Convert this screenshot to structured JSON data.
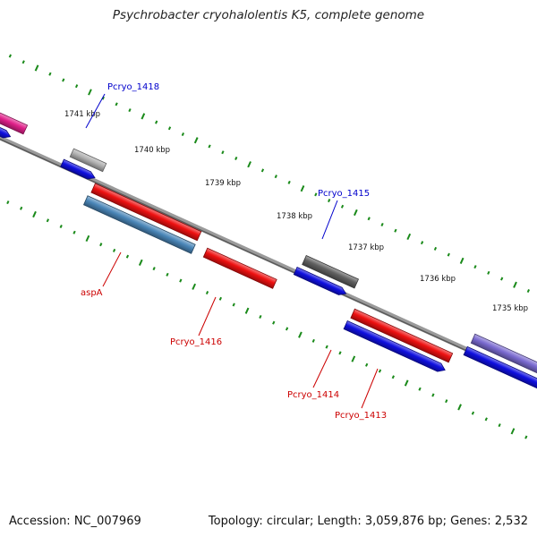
{
  "title": "Psychrobacter cryohalolentis K5, complete genome",
  "footer": {
    "accession": "Accession: NC_007969",
    "topology": "Topology: circular; Length: 3,059,876 bp; Genes: 2,532"
  },
  "colors": {
    "backbone": "#808080",
    "tick": "#1a8a1a",
    "gene_label": "#cc0000",
    "locus_label": "#0000cc"
  },
  "kbp_ticks": [
    "1741 kbp",
    "1740 kbp",
    "1739 kbp",
    "1738 kbp",
    "1737 kbp",
    "1736 kbp",
    "1735 kbp"
  ],
  "features": [
    {
      "name": "pink-feature",
      "color": "#e0208a"
    },
    {
      "name": "blue-feature-1",
      "color": "#1010e0"
    },
    {
      "name": "grey-feature-1",
      "color": "#b0b0b0"
    },
    {
      "name": "blue-feature-2",
      "color": "#1010e0"
    },
    {
      "name": "red-feature-1",
      "color": "#ee1111"
    },
    {
      "name": "steelblue-feature",
      "color": "#4a86b8"
    },
    {
      "name": "red-feature-2",
      "color": "#ee1111"
    },
    {
      "name": "grey-feature-2",
      "color": "#606060"
    },
    {
      "name": "blue-feature-3",
      "color": "#1010e0"
    },
    {
      "name": "red-feature-3",
      "color": "#ee1111"
    },
    {
      "name": "blue-feature-4",
      "color": "#1010e0"
    },
    {
      "name": "purple-feature",
      "color": "#7a6ad0"
    },
    {
      "name": "blue-feature-5",
      "color": "#1010e0"
    }
  ],
  "labels": [
    {
      "text": "Pcryo_1418",
      "kind": "locus"
    },
    {
      "text": "Pcryo_1415",
      "kind": "locus"
    },
    {
      "text": "aspA",
      "kind": "gene"
    },
    {
      "text": "Pcryo_1416",
      "kind": "gene"
    },
    {
      "text": "Pcryo_1414",
      "kind": "gene"
    },
    {
      "text": "Pcryo_1413",
      "kind": "gene"
    }
  ]
}
